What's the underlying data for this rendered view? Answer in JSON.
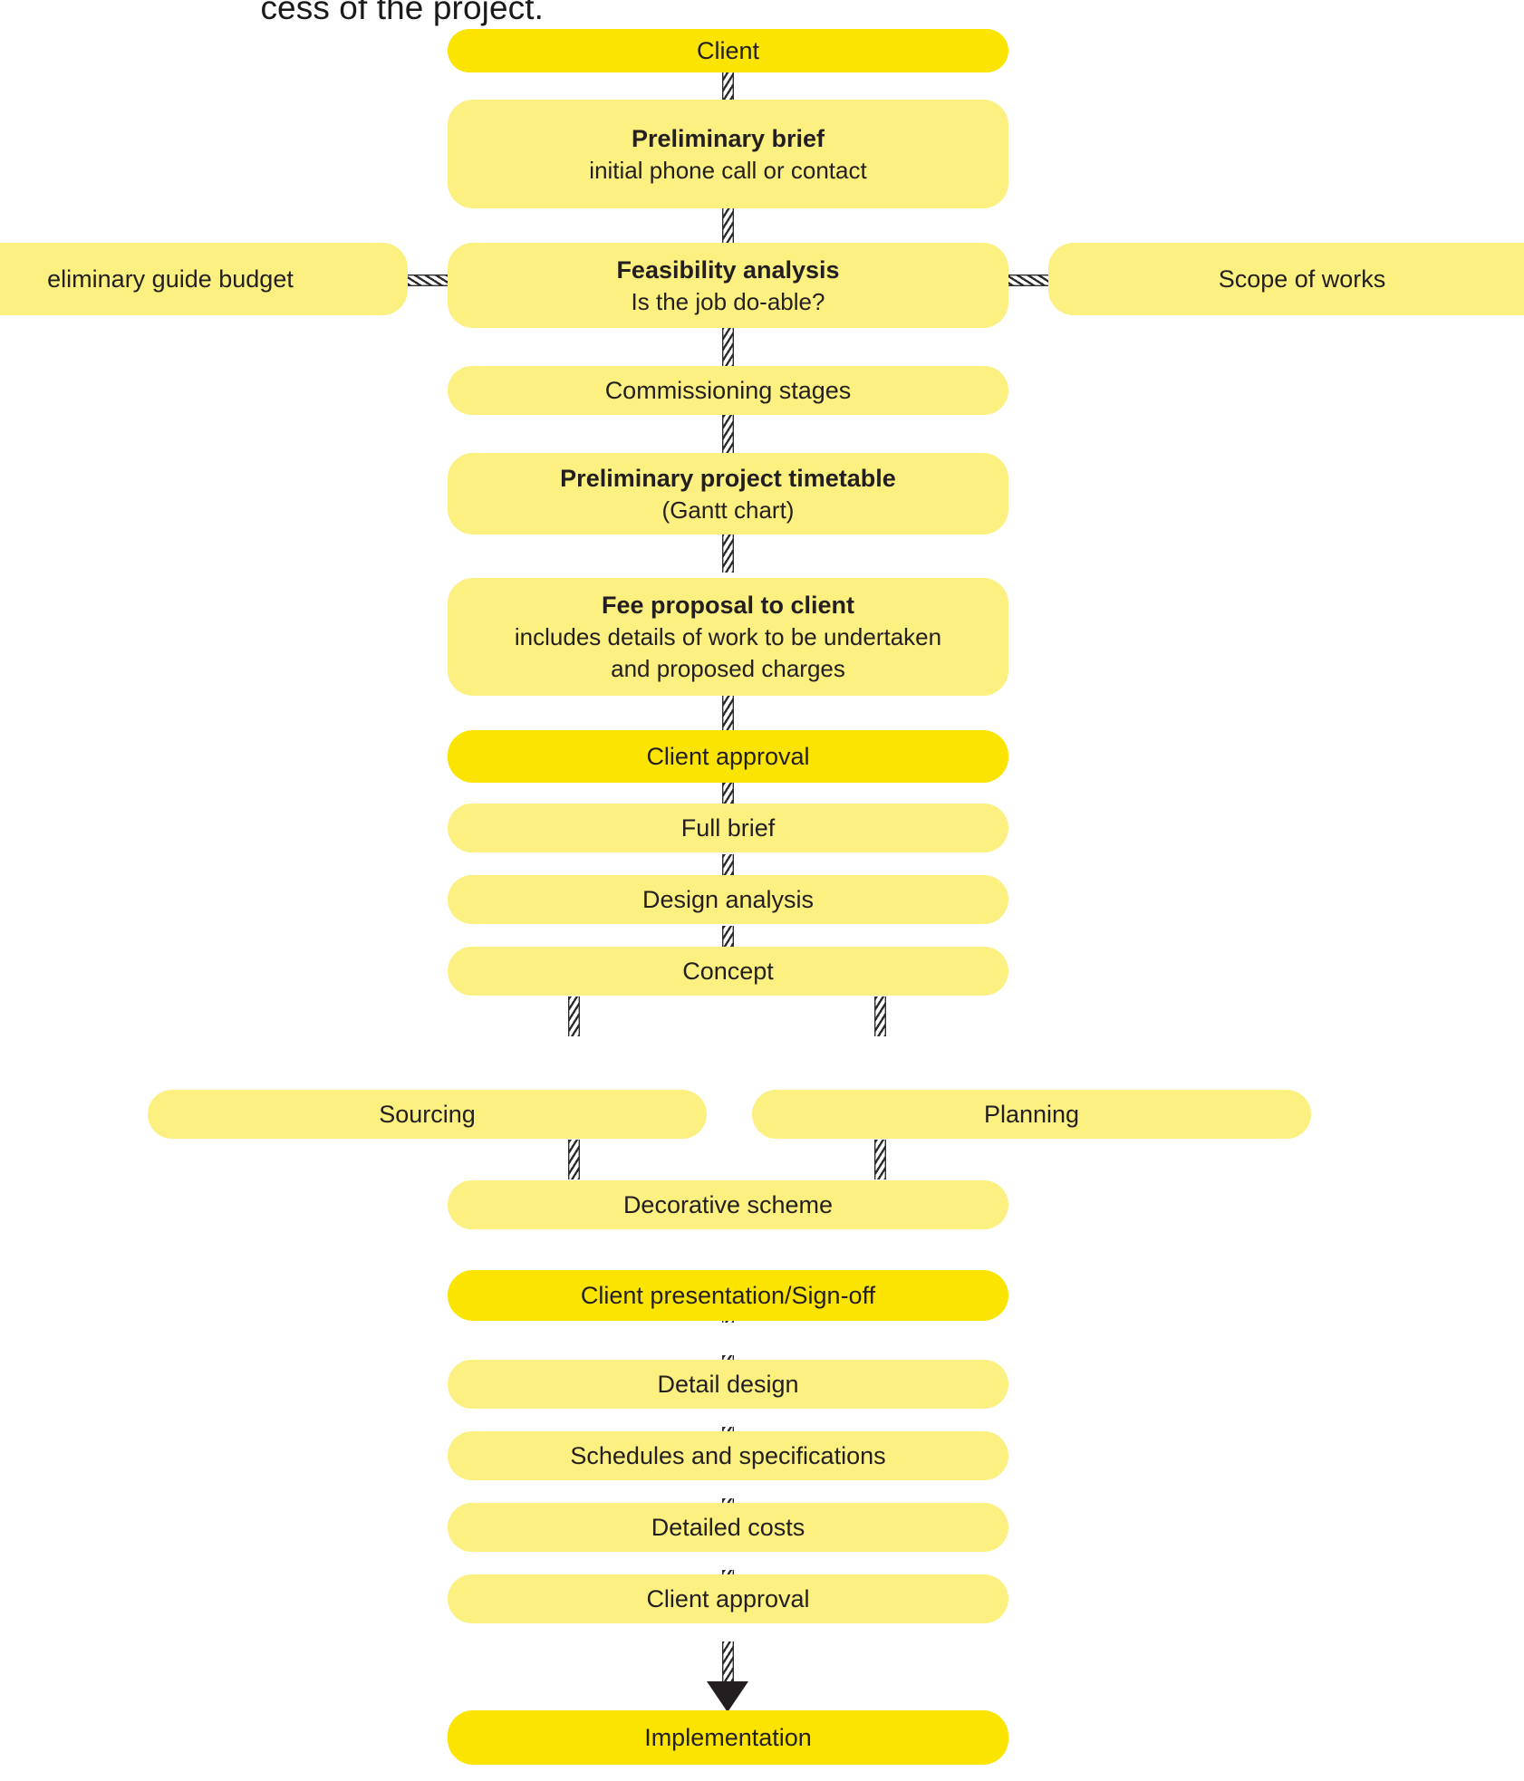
{
  "caption": {
    "text": "cess of the project."
  },
  "colors": {
    "highlight": "#FBE400",
    "pale": "#FBF080",
    "text": "#231F20",
    "connector": "#2F2F2F",
    "background": "#FFFFFF"
  },
  "diagram": {
    "type": "flowchart",
    "orientation": "vertical",
    "nodes": [
      {
        "id": "client",
        "title": "Client",
        "subtitle": "",
        "emphasis": "highlight"
      },
      {
        "id": "preliminary-brief",
        "title": "Preliminary brief",
        "subtitle": "initial phone call or contact",
        "emphasis": "pale"
      },
      {
        "id": "preliminary-budget",
        "title": "eliminary guide budget",
        "subtitle": "",
        "emphasis": "pale"
      },
      {
        "id": "feasibility-analysis",
        "title": "Feasibility analysis",
        "subtitle": "Is the job do-able?",
        "emphasis": "pale"
      },
      {
        "id": "scope-of-works",
        "title": "Scope of works",
        "subtitle": "",
        "emphasis": "pale"
      },
      {
        "id": "commissioning-stages",
        "title": "Commissioning stages",
        "subtitle": "",
        "emphasis": "pale"
      },
      {
        "id": "project-timetable",
        "title": "Preliminary project timetable",
        "subtitle": "(Gantt chart)",
        "emphasis": "pale"
      },
      {
        "id": "fee-proposal",
        "title": "Fee proposal to client",
        "subtitle": "includes details of work to be undertaken",
        "subtitle2": "and proposed charges",
        "emphasis": "pale"
      },
      {
        "id": "client-approval-1",
        "title": "Client approval",
        "subtitle": "",
        "emphasis": "highlight"
      },
      {
        "id": "full-brief",
        "title": "Full brief",
        "subtitle": "",
        "emphasis": "pale"
      },
      {
        "id": "design-analysis",
        "title": "Design analysis",
        "subtitle": "",
        "emphasis": "pale"
      },
      {
        "id": "concept",
        "title": "Concept",
        "subtitle": "",
        "emphasis": "pale"
      },
      {
        "id": "sourcing",
        "title": "Sourcing",
        "subtitle": "",
        "emphasis": "pale"
      },
      {
        "id": "planning",
        "title": "Planning",
        "subtitle": "",
        "emphasis": "pale"
      },
      {
        "id": "decorative-scheme",
        "title": "Decorative scheme",
        "subtitle": "",
        "emphasis": "pale"
      },
      {
        "id": "client-presentation",
        "title": "Client presentation/Sign-off",
        "subtitle": "",
        "emphasis": "highlight"
      },
      {
        "id": "detail-design",
        "title": "Detail design",
        "subtitle": "",
        "emphasis": "pale"
      },
      {
        "id": "schedules-specs",
        "title": "Schedules and specifications",
        "subtitle": "",
        "emphasis": "pale"
      },
      {
        "id": "detailed-costs",
        "title": "Detailed costs",
        "subtitle": "",
        "emphasis": "pale"
      },
      {
        "id": "client-approval-2",
        "title": "Client approval",
        "subtitle": "",
        "emphasis": "pale"
      },
      {
        "id": "implementation",
        "title": "Implementation",
        "subtitle": "",
        "emphasis": "highlight"
      }
    ],
    "edges": [
      {
        "from": "client",
        "to": "preliminary-brief",
        "style": "hatched"
      },
      {
        "from": "preliminary-brief",
        "to": "feasibility-analysis",
        "style": "hatched"
      },
      {
        "from": "preliminary-budget",
        "to": "feasibility-analysis",
        "style": "hatched-horizontal"
      },
      {
        "from": "feasibility-analysis",
        "to": "scope-of-works",
        "style": "hatched-horizontal"
      },
      {
        "from": "feasibility-analysis",
        "to": "commissioning-stages",
        "style": "hatched"
      },
      {
        "from": "commissioning-stages",
        "to": "project-timetable",
        "style": "hatched"
      },
      {
        "from": "project-timetable",
        "to": "fee-proposal",
        "style": "hatched"
      },
      {
        "from": "fee-proposal",
        "to": "client-approval-1",
        "style": "hatched"
      },
      {
        "from": "client-approval-1",
        "to": "full-brief",
        "style": "hatched"
      },
      {
        "from": "full-brief",
        "to": "design-analysis",
        "style": "hatched"
      },
      {
        "from": "design-analysis",
        "to": "concept",
        "style": "hatched"
      },
      {
        "from": "concept",
        "to": "sourcing",
        "style": "hatched"
      },
      {
        "from": "concept",
        "to": "planning",
        "style": "hatched"
      },
      {
        "from": "sourcing",
        "to": "decorative-scheme",
        "style": "hatched"
      },
      {
        "from": "planning",
        "to": "decorative-scheme",
        "style": "hatched"
      },
      {
        "from": "decorative-scheme",
        "to": "client-presentation",
        "style": "hatched"
      },
      {
        "from": "client-presentation",
        "to": "detail-design",
        "style": "hatched"
      },
      {
        "from": "detail-design",
        "to": "schedules-specs",
        "style": "hatched"
      },
      {
        "from": "schedules-specs",
        "to": "detailed-costs",
        "style": "hatched"
      },
      {
        "from": "detailed-costs",
        "to": "client-approval-2",
        "style": "hatched"
      },
      {
        "from": "client-approval-2",
        "to": "implementation",
        "style": "hatched-arrow"
      }
    ]
  }
}
